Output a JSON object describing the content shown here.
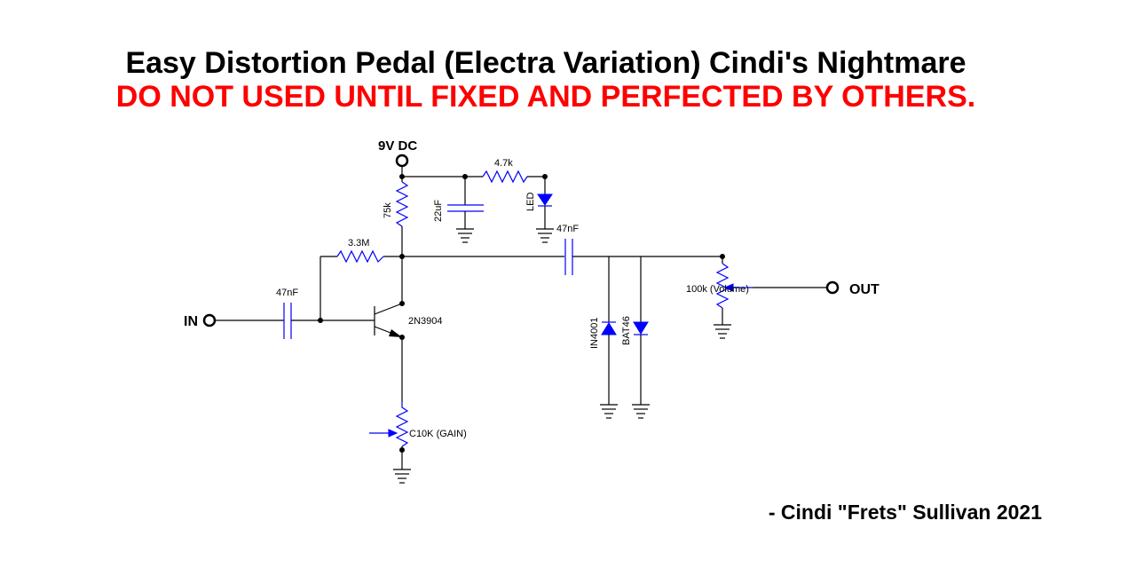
{
  "title": "Easy Distortion Pedal (Electra Variation) Cindi's Nightmare",
  "warning": "DO NOT USED UNTIL FIXED AND PERFECTED BY OTHERS.",
  "credit": "- Cindi \"Frets\" Sullivan 2021",
  "colors": {
    "warning": "#ff0000",
    "component": "#0000ff",
    "wire": "#000000"
  },
  "labels": {
    "power": "9V DC",
    "input": "IN",
    "output": "OUT",
    "r_collector": "75k",
    "c_filter": "22uF",
    "r_led": "4.7k",
    "led": "LED",
    "r_feedback": "3.3M",
    "c_input": "47nF",
    "c_output": "47nF",
    "transistor": "2N3904",
    "gain_pot": "C10K (GAIN)",
    "diode1": "IN4001",
    "diode2": "BAT46",
    "volume_pot": "100k (Volume)"
  }
}
